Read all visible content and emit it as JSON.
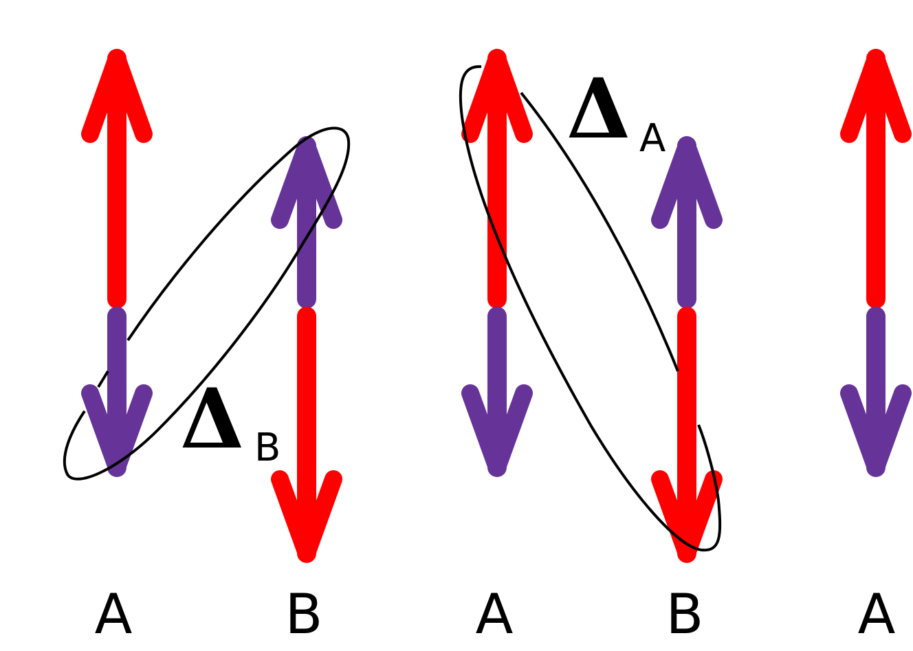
{
  "colors": {
    "spin_up_primary": "#ff0000",
    "spin_down_primary": "#663399",
    "pairing_loop": "#000000"
  },
  "sites": [
    {
      "label": "A",
      "upper_spin": "up",
      "upper_color": "#ff0000",
      "lower_spin": "down",
      "lower_color": "#663399"
    },
    {
      "label": "B",
      "upper_spin": "up",
      "upper_color": "#663399",
      "lower_spin": "down",
      "lower_color": "#ff0000"
    },
    {
      "label": "A",
      "upper_spin": "up",
      "upper_color": "#ff0000",
      "lower_spin": "down",
      "lower_color": "#663399"
    },
    {
      "label": "B",
      "upper_spin": "up",
      "upper_color": "#663399",
      "lower_spin": "down",
      "lower_color": "#ff0000"
    },
    {
      "label": "A",
      "upper_spin": "up",
      "upper_color": "#ff0000",
      "lower_spin": "down",
      "lower_color": "#663399"
    }
  ],
  "pairings": [
    {
      "symbol": "Δ",
      "subscript": "B"
    },
    {
      "symbol": "Δ",
      "subscript": "A"
    }
  ]
}
